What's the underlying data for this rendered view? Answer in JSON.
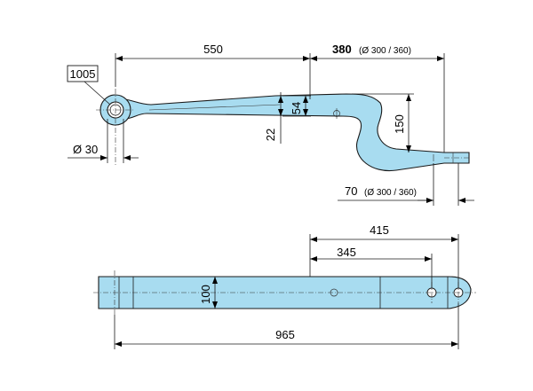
{
  "part_number": "1005",
  "side_view": {
    "dim_length_to_center": "550",
    "dim_offset_bold": "380",
    "dim_offset_note": "(Ø 300 / 360)",
    "dim_thickness": "54",
    "dim_eye_offset": "22",
    "dim_drop": "150",
    "dim_eye_diameter": "Ø 30",
    "dim_end_width": "70",
    "dim_end_note": "(Ø 300 / 360)"
  },
  "top_view": {
    "dim_415": "415",
    "dim_345": "345",
    "dim_width": "100",
    "dim_total_length": "965"
  },
  "colors": {
    "part_fill": "#a8dcf0",
    "outline": "#1a1a1a"
  }
}
